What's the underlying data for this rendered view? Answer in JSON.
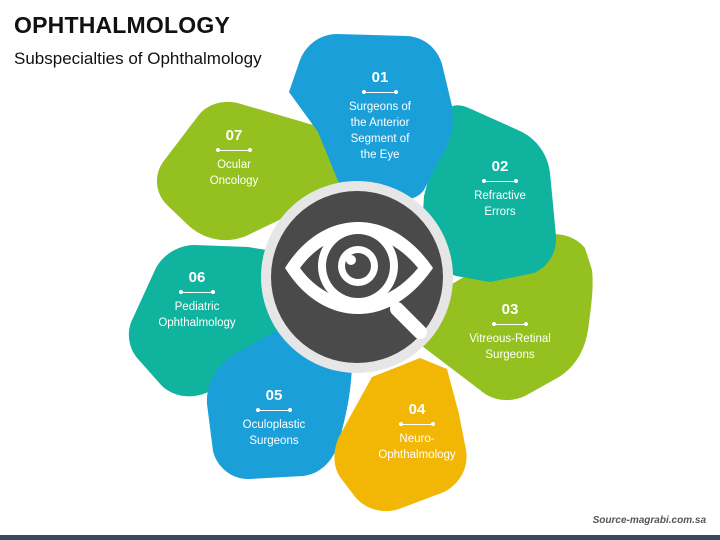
{
  "title": "OPHTHALMOLOGY",
  "subtitle": "Subspecialties of Ophthalmology",
  "source": "Source-magrabi.com.sa",
  "center_icon": "eye-magnifier-icon",
  "colors": {
    "blue": "#1a9fd9",
    "teal": "#0fb39e",
    "green": "#94c11f",
    "orange": "#f2b705",
    "hub": "#4a4a4a",
    "hub_ring": "#e6e6e6"
  },
  "petals": [
    {
      "number": "01",
      "lines": [
        "Surgeons of",
        "the Anterior",
        "Segment of",
        "the Eye"
      ],
      "color": "#1a9fd9"
    },
    {
      "number": "02",
      "lines": [
        "Refractive",
        "Errors"
      ],
      "color": "#0fb39e"
    },
    {
      "number": "03",
      "lines": [
        "Vitreous-Retinal",
        "Surgeons"
      ],
      "color": "#94c11f"
    },
    {
      "number": "04",
      "lines": [
        "Neuro-",
        "Ophthalmology"
      ],
      "color": "#f2b705"
    },
    {
      "number": "05",
      "lines": [
        "Oculoplastic",
        "Surgeons"
      ],
      "color": "#1a9fd9"
    },
    {
      "number": "06",
      "lines": [
        "Pediatric",
        "Ophthalmology"
      ],
      "color": "#0fb39e"
    },
    {
      "number": "07",
      "lines": [
        "Ocular",
        "Oncology"
      ],
      "color": "#94c11f"
    }
  ]
}
